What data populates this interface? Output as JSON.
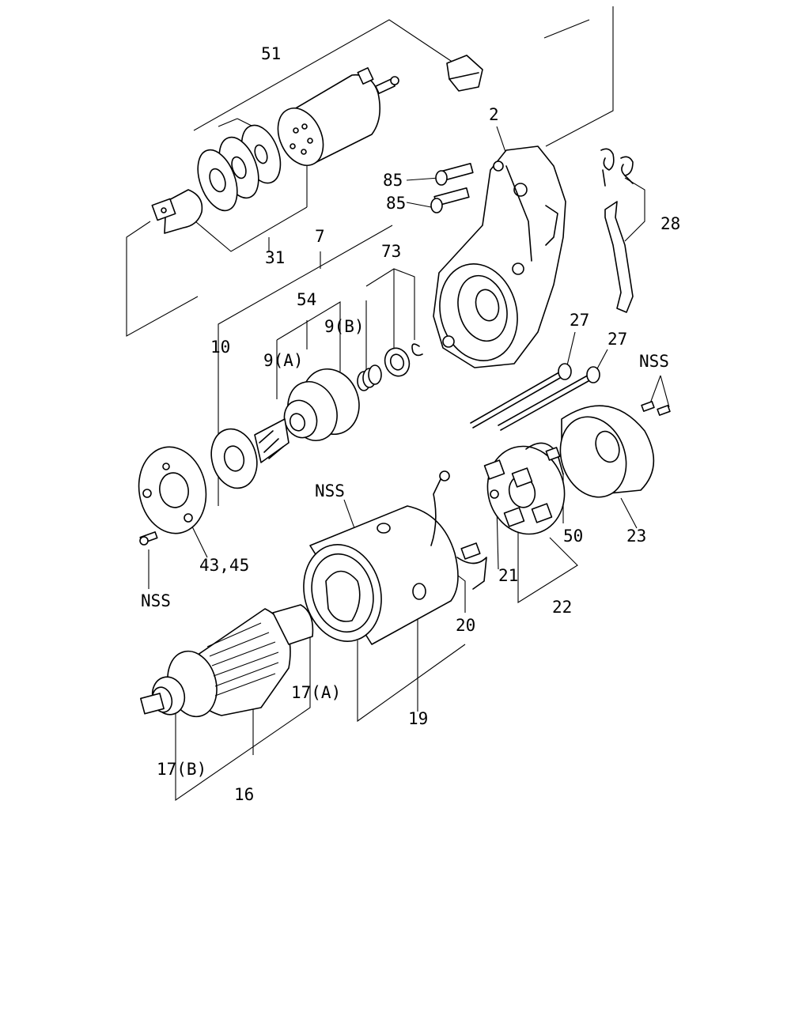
{
  "diagram": {
    "labels": {
      "p51": "51",
      "p2": "2",
      "p85a": "85",
      "p85b": "85",
      "p28": "28",
      "p31": "31",
      "p7": "7",
      "p73": "73",
      "p54": "54",
      "p9b": "9(B)",
      "p9a": "9(A)",
      "p10": "10",
      "p27a": "27",
      "p27b": "27",
      "nss_right": "NSS",
      "nss_yoke": "NSS",
      "p43_45": "43,45",
      "nss_left": "NSS",
      "p21": "21",
      "p50": "50",
      "p23": "23",
      "p22": "22",
      "p20": "20",
      "p19": "19",
      "p17a": "17(A)",
      "p17b": "17(B)",
      "p16": "16"
    }
  }
}
